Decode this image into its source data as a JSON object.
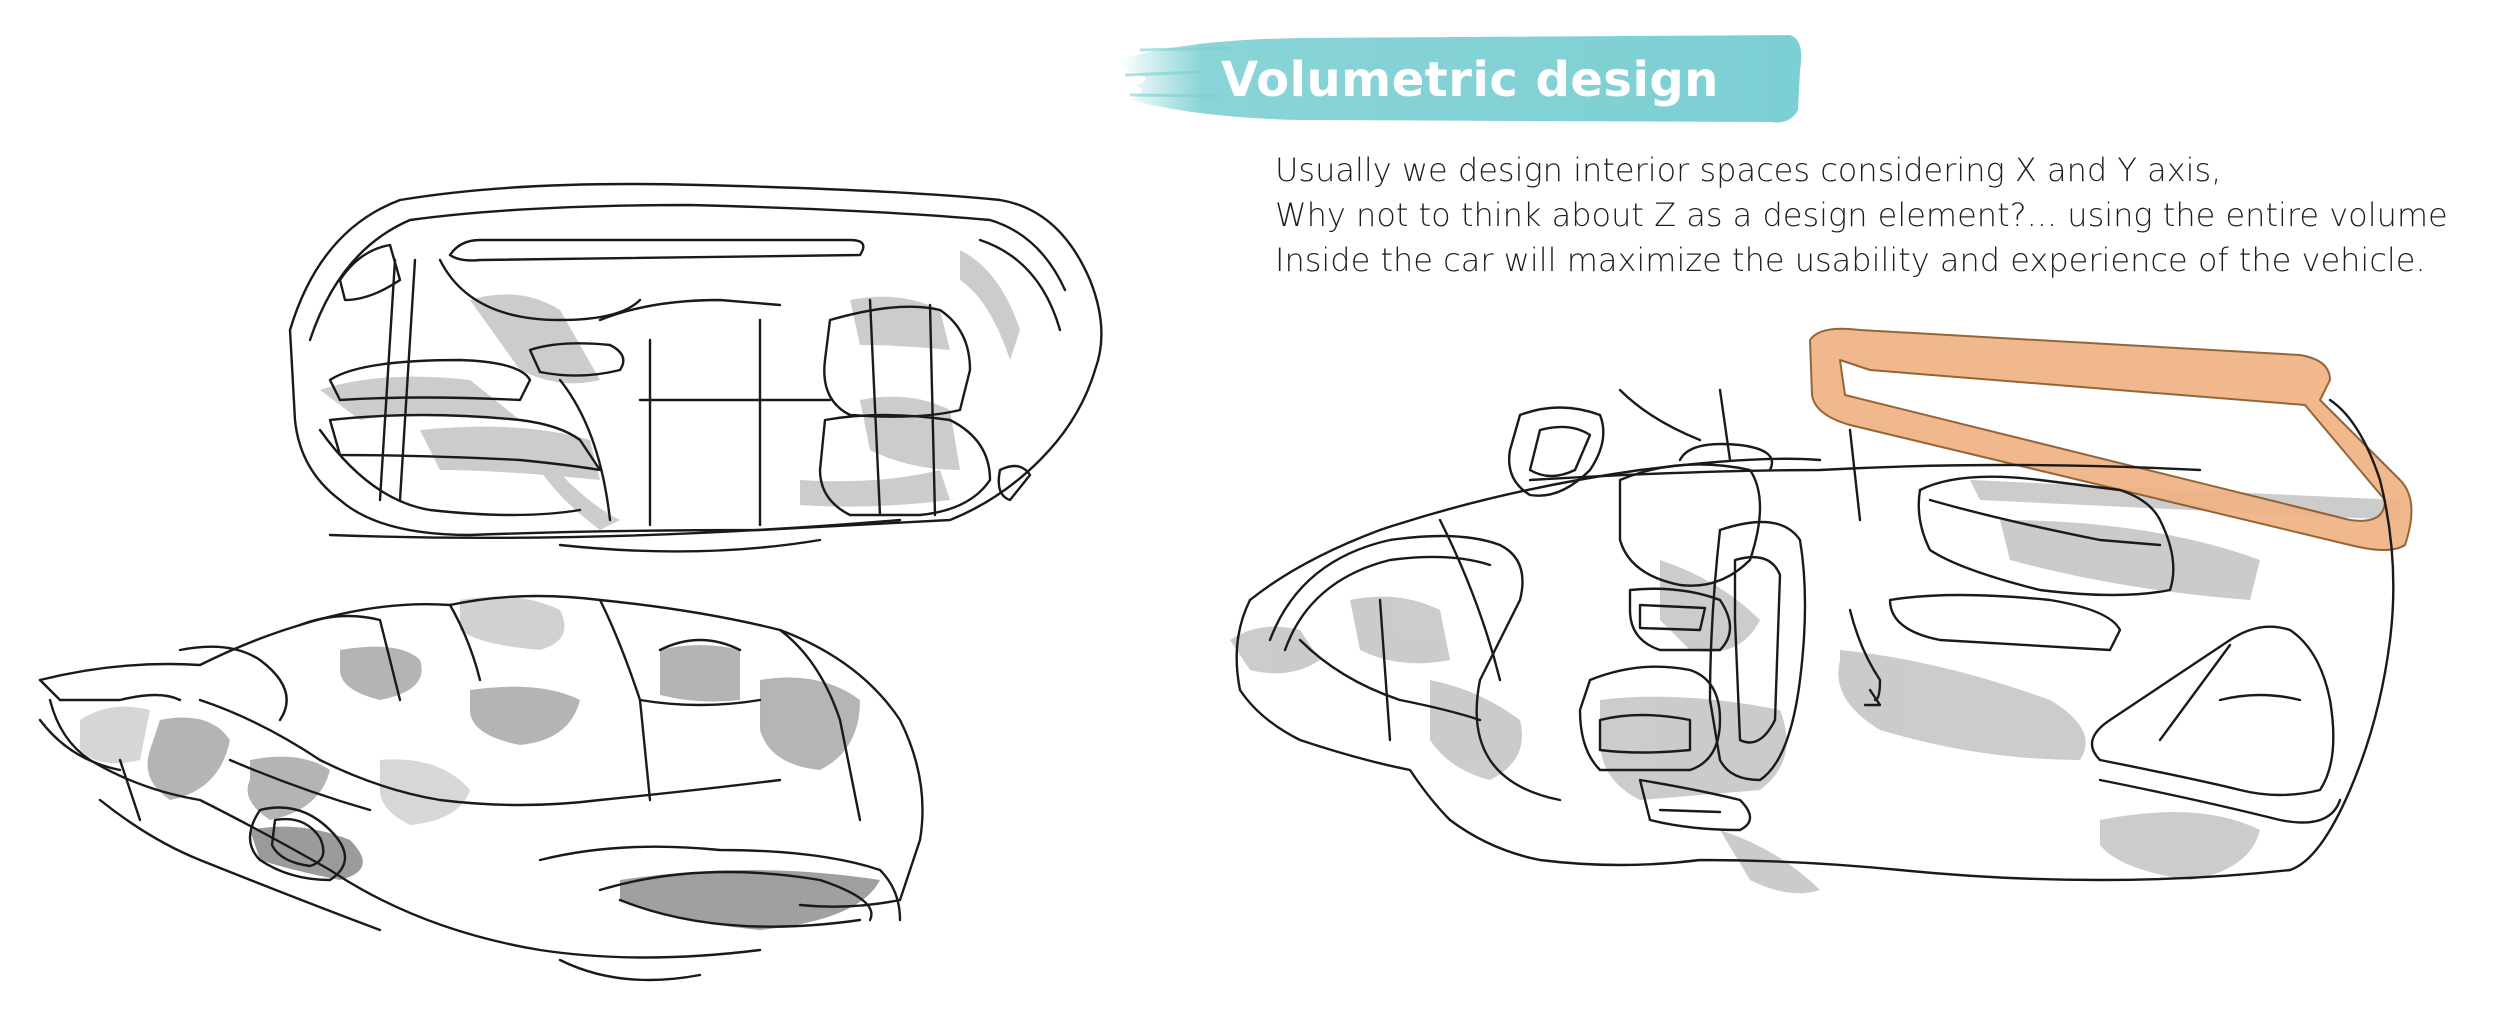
{
  "title": "Volumetric design",
  "description": [
    "Usually we design interior spaces considering X and Y axis,",
    "Why not to think about Z as a design element?... using the entire volume",
    "Inside the car will maximize the usability and experience of the vehicle."
  ],
  "colors": {
    "title_brush": "#7ccfd3",
    "highlight": "#f0b184",
    "ink": "#1a1a1a",
    "shade": "#bdbdbd"
  }
}
